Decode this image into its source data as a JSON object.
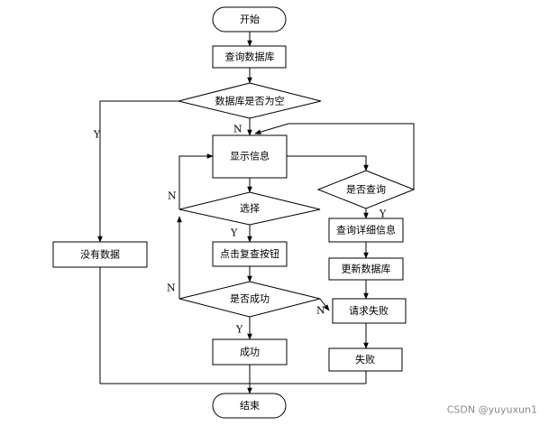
{
  "nodes": {
    "start": "开始",
    "query_db": "查询数据库",
    "db_empty": "数据库是否为空",
    "no_data": "没有数据",
    "show_info": "显示信息",
    "is_query": "是否查询",
    "select": "选择",
    "click_review": "点击复查按钮",
    "query_detail": "查询详细信息",
    "update_db": "更新数据库",
    "is_success": "是否成功",
    "request_fail": "请求失败",
    "success": "成功",
    "fail": "失败",
    "end": "结束"
  },
  "branch_labels": {
    "db_empty_yes": "Y",
    "db_empty_no": "N",
    "query_yes": "Y",
    "select_yes": "Y",
    "select_no": "N",
    "success_yes": "Y",
    "success_no": "N",
    "success_no_right": "N"
  },
  "watermark": "CSDN @yuyuxun1"
}
